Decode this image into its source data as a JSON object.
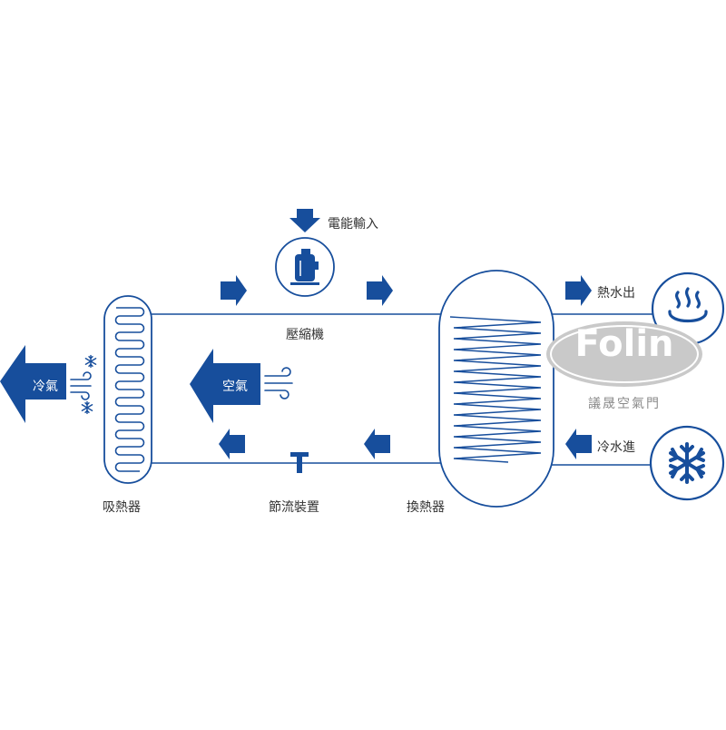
{
  "colors": {
    "primary": "#174e9c",
    "accent_bg": "#ffffff",
    "text": "#333333",
    "logo_gray": "#c9c9c9"
  },
  "labels": {
    "power_input": "電能輸入",
    "compressor": "壓縮機",
    "hot_water_out": "熱水出",
    "cold_water_in": "冷水進",
    "cold_air": "冷氣",
    "air": "空氣",
    "evaporator": "吸熱器",
    "throttle": "節流裝置",
    "heat_exchanger": "換熱器"
  },
  "logo": {
    "brand": "Folin",
    "subtitle": "議晟空氣門"
  },
  "icons": {
    "hot_water": "hot-spring-icon",
    "cold_water": "snowflake-icon",
    "compressor": "compressor-icon",
    "valve": "expansion-valve-icon"
  }
}
